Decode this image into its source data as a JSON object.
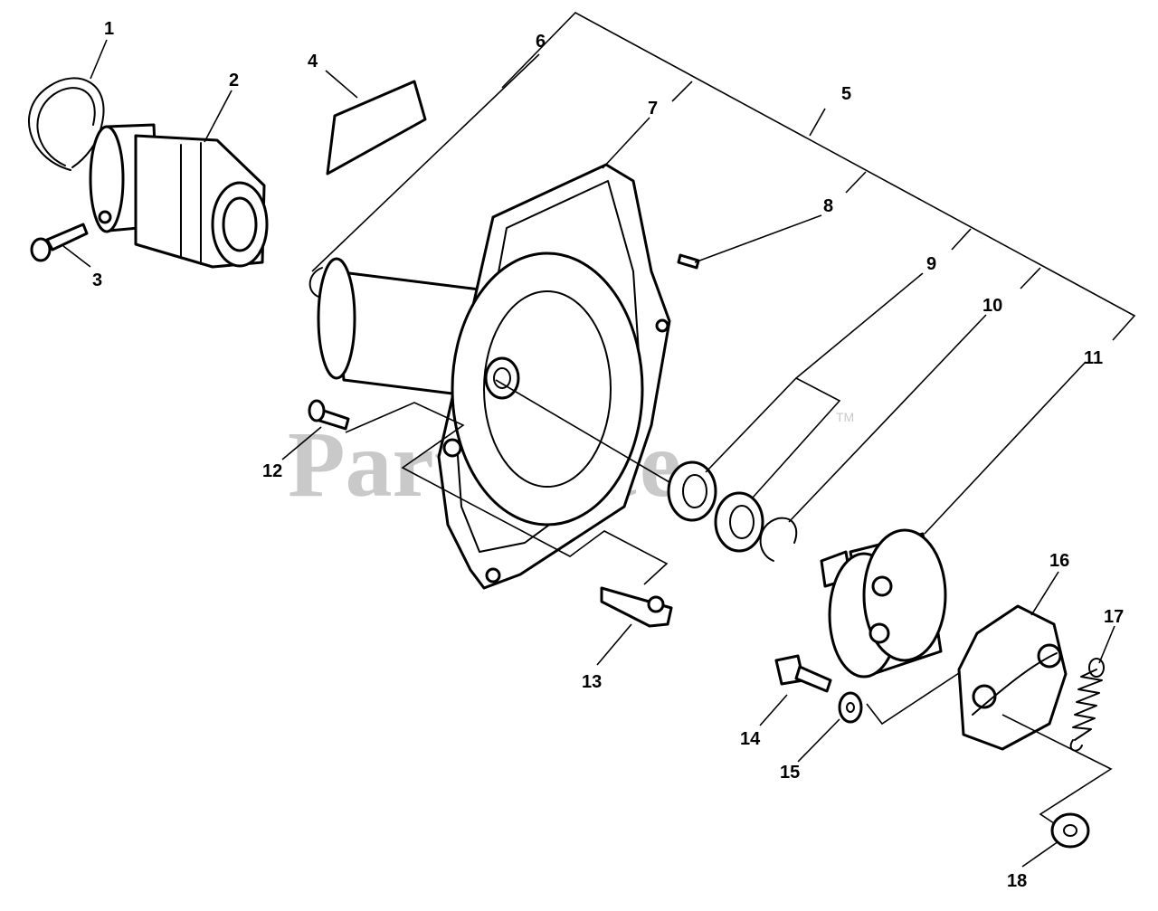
{
  "watermark": {
    "text": "PartsTree",
    "mark": "TM"
  },
  "callouts": [
    "1",
    "2",
    "3",
    "4",
    "5",
    "6",
    "7",
    "8",
    "9",
    "10",
    "11",
    "12",
    "13",
    "14",
    "15",
    "16",
    "17",
    "18"
  ],
  "colors": {
    "line": "#000000",
    "watermark": "#c9c9c9",
    "background": "#ffffff"
  }
}
